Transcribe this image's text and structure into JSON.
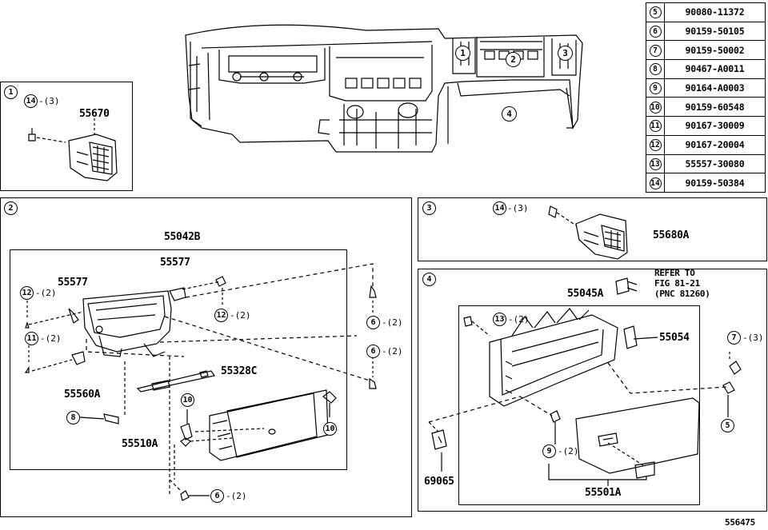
{
  "parts_table": [
    {
      "ref": "5",
      "part": "90080-11372"
    },
    {
      "ref": "6",
      "part": "90159-50105"
    },
    {
      "ref": "7",
      "part": "90159-50002"
    },
    {
      "ref": "8",
      "part": "90467-A0011"
    },
    {
      "ref": "9",
      "part": "90164-A0003"
    },
    {
      "ref": "10",
      "part": "90159-60548"
    },
    {
      "ref": "11",
      "part": "90167-30009"
    },
    {
      "ref": "12",
      "part": "90167-20004"
    },
    {
      "ref": "13",
      "part": "55557-30080"
    },
    {
      "ref": "14",
      "part": "90159-50384"
    }
  ],
  "main_view": {
    "callouts": [
      "1",
      "2",
      "3",
      "4"
    ]
  },
  "section1": {
    "number": "1",
    "screw_ref": "14",
    "screw_qty": "-(3)",
    "part": "55670"
  },
  "section2": {
    "number": "2",
    "assembly": "55042B",
    "labels": {
      "p55577_top": "55577",
      "p55577_left": "55577",
      "p55560A": "55560A",
      "p55328C": "55328C",
      "p55510A": "55510A"
    },
    "callouts": {
      "c12a": "12",
      "q12a": "-(2)",
      "c12b": "12",
      "q12b": "-(2)",
      "c11": "11",
      "q11": "-(2)",
      "c6a": "6",
      "q6a": "-(2)",
      "c6b": "6",
      "q6b": "-(2)",
      "c6c": "6",
      "q6c": "-(2)",
      "c8": "8",
      "c10a": "10",
      "c10b": "10"
    }
  },
  "section3": {
    "number": "3",
    "screw_ref": "14",
    "screw_qty": "-(3)",
    "part": "55680A"
  },
  "section4": {
    "number": "4",
    "assembly": "55045A",
    "refer_line1": "REFER TO",
    "refer_line2": "FIG 81-21",
    "refer_line3": "(PNC 81260)",
    "labels": {
      "p55054": "55054",
      "p69065": "69065",
      "p55501A": "55501A"
    },
    "callouts": {
      "c13": "13",
      "q13": "-(2)",
      "c7": "7",
      "q7": "-(3)",
      "c5": "5",
      "c9": "9",
      "q9": "-(2)"
    }
  },
  "figure_number": "556475"
}
